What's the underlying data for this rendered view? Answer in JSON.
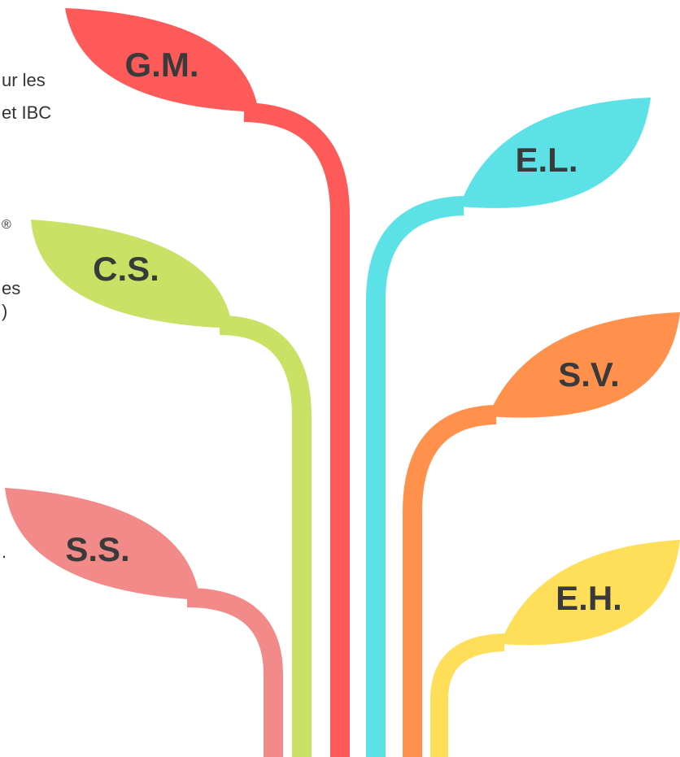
{
  "leaves": [
    {
      "id": "gm",
      "label": "G.M.",
      "color": "#FF5A5A"
    },
    {
      "id": "el",
      "label": "E.L.",
      "color": "#5CE1E6"
    },
    {
      "id": "cs",
      "label": "C.S.",
      "color": "#C9E265"
    },
    {
      "id": "sv",
      "label": "S.V.",
      "color": "#FF914D"
    },
    {
      "id": "ss",
      "label": "S.S.",
      "color": "#F38A8A"
    },
    {
      "id": "eh",
      "label": "E.H.",
      "color": "#FFDE59"
    }
  ],
  "left_text": {
    "line1": "ur  les",
    "line2": "et IBC",
    "line3": "®",
    "line4": "es",
    "line5": ")",
    "line6": "."
  }
}
